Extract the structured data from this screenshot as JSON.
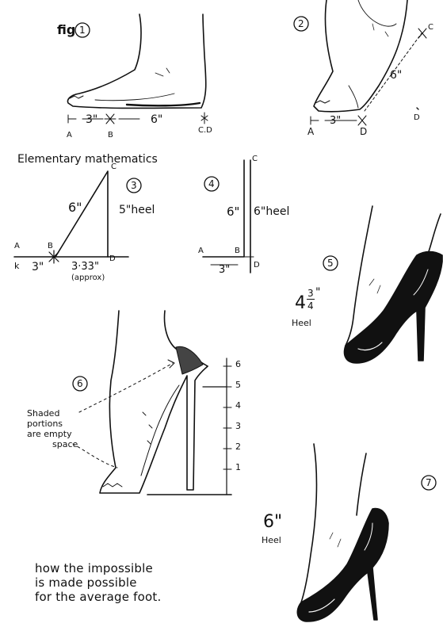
{
  "fig1": {
    "label": "fig",
    "number": "1",
    "dim_a": "3\"",
    "dim_b": "6\"",
    "pt_a": "A",
    "pt_b": "B",
    "pt_cd": "C.D"
  },
  "fig2": {
    "number": "2",
    "dim_a": "3\"",
    "dim_b": "6\"",
    "pt_a": "A",
    "pt_b": "D",
    "pt_c": "C",
    "pt_d": "D"
  },
  "heading": "Elementary  mathematics",
  "fig3": {
    "number": "3",
    "hyp": "6\"",
    "heel": "5\"heel",
    "base_left": "3\"",
    "base_right": "3·33\"",
    "approx": "(approx)",
    "pt_a": "A",
    "pt_b": "B",
    "pt_c": "C",
    "pt_d": "D",
    "pt_k": "k"
  },
  "fig4": {
    "number": "4",
    "len": "6\"",
    "heel": "6\"heel",
    "base": "3\"",
    "pt_a": "A",
    "pt_b": "B",
    "pt_c": "C",
    "pt_d": "D"
  },
  "fig5": {
    "number": "5",
    "heel_whole": "4",
    "heel_num": "3",
    "heel_den": "4",
    "heel_unit": "\"",
    "heel_word": "Heel"
  },
  "fig6": {
    "number": "6",
    "note_lines": [
      "Shaded",
      "portions",
      "are empty",
      "space"
    ],
    "scale": [
      "6",
      "5",
      "4",
      "3",
      "2",
      "1"
    ]
  },
  "fig7": {
    "number": "7",
    "heel_value": "6\"",
    "heel_word": "Heel"
  },
  "caption_lines": [
    "how the impossible",
    "is made possible",
    "for the average foot."
  ],
  "colors": {
    "ink": "#111111",
    "paper": "#ffffff",
    "shade": "#555555"
  }
}
